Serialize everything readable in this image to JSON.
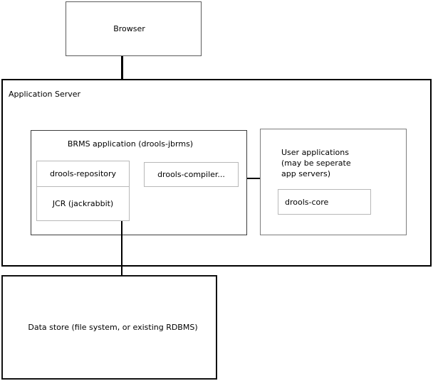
{
  "colors": {
    "background": "#ffffff",
    "text": "#000000",
    "connector": "#000000",
    "outer-border": "#000000",
    "browser-border": "#5c5c5c",
    "brms-border": "#3d3d3d",
    "inner-border": "#b8b8b8",
    "userapps-border": "#7d7d7d",
    "datastore-border": "#111111"
  },
  "nodes": {
    "browser": {
      "label": "Browser"
    },
    "app_server": {
      "label": "Application Server"
    },
    "brms": {
      "label": "BRMS application (drools-jbrms)"
    },
    "repository": {
      "label": "drools-repository"
    },
    "jcr": {
      "label": "JCR (jackrabbit)"
    },
    "compiler": {
      "label": "drools-compiler..."
    },
    "user_apps": {
      "lines": [
        "User applications",
        "(may be seperate",
        "app servers)"
      ]
    },
    "core": {
      "label": "drools-core"
    },
    "datastore": {
      "label": "Data store (file system, or existing RDBMS)"
    }
  },
  "edges": [
    {
      "from": "browser",
      "to": "app_server"
    },
    {
      "from": "jcr",
      "to": "datastore"
    },
    {
      "from": "brms",
      "to": "user_apps"
    }
  ]
}
